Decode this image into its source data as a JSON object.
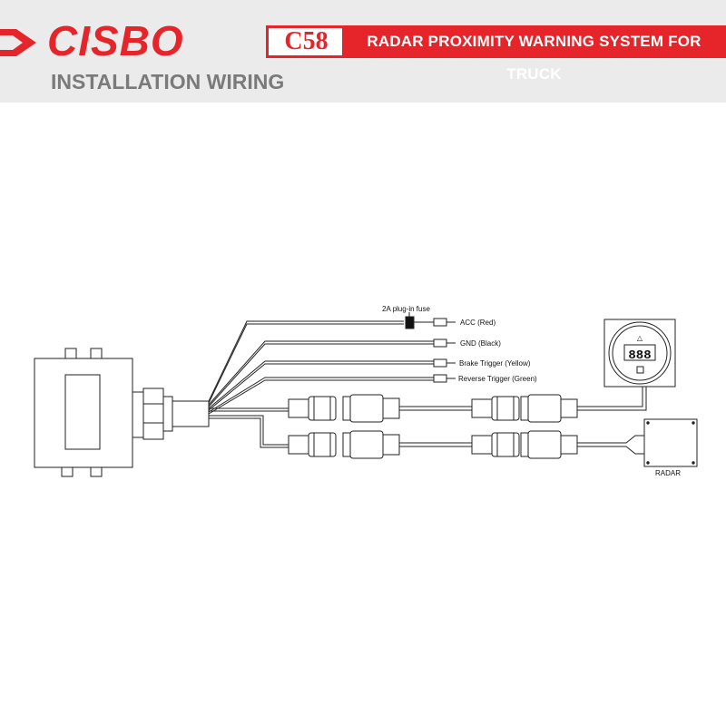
{
  "header": {
    "brand": "CISBO",
    "model": "C58",
    "product_title": "RADAR PROXIMITY WARNING SYSTEM FOR TRUCK",
    "subtitle": "INSTALLATION WIRING",
    "brand_color": "#e6252a",
    "subtitle_color": "#7a7a7a",
    "background_color": "#ebebeb"
  },
  "diagram": {
    "fuse_label": "2A plug-in fuse",
    "wires": [
      {
        "label": "ACC   (Red)"
      },
      {
        "label": "GND  (Black)"
      },
      {
        "label": "Brake Trigger (Yellow)"
      },
      {
        "label": "Reverse Trigger (Green)"
      }
    ],
    "display_digits": "888",
    "display_up_symbol": "△",
    "radar_label": "RADAR"
  }
}
